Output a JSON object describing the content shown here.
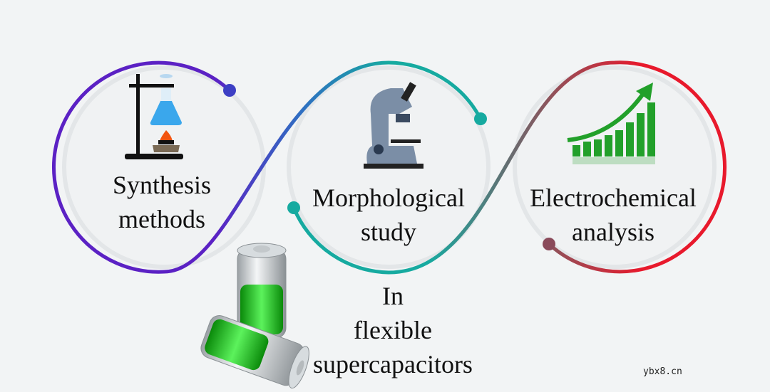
{
  "steps": [
    {
      "line1": "Synthesis",
      "line2": "methods",
      "icon": "lab-flask-burner-icon",
      "color": "#5b21c4"
    },
    {
      "line1": "Morphological",
      "line2": "study",
      "icon": "microscope-icon",
      "color": "#16aaa0"
    },
    {
      "line1": "Electrochemical",
      "line2": "analysis",
      "icon": "growth-bar-chart-icon",
      "color": "#e8192c"
    }
  ],
  "bottom_label": {
    "line1": "In",
    "line2": "flexible",
    "line3": "supercapacitors",
    "icon": "battery-icon"
  },
  "watermark": "ybx8.cn"
}
